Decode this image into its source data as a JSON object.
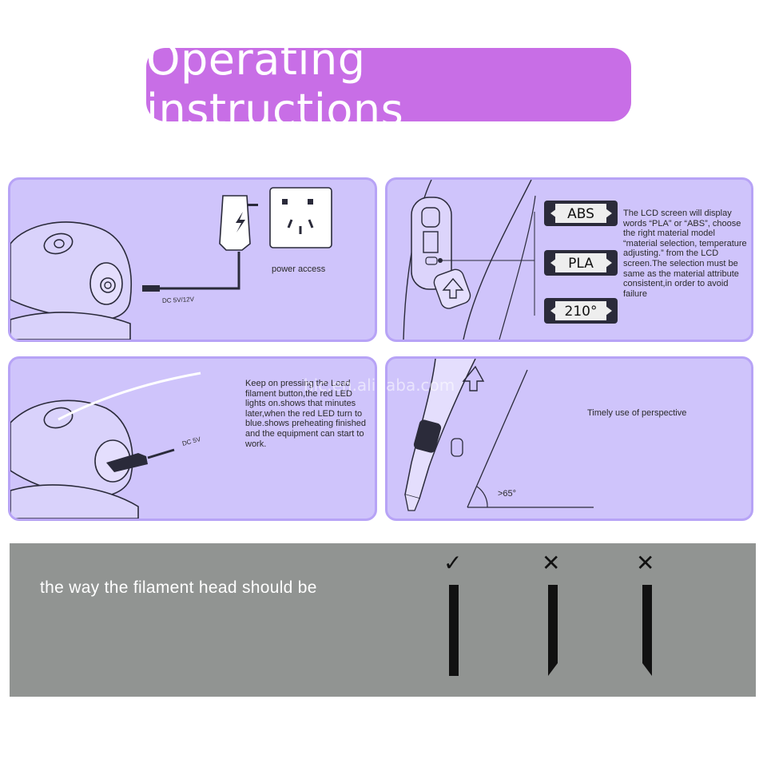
{
  "title": "Operating instructions",
  "panel1": {
    "power_label": "power access",
    "dc_label": "DC 5V/12V"
  },
  "panel2": {
    "lcd_values": [
      "ABS",
      "PLA",
      "210°"
    ],
    "description": "The LCD screen will display words “PLA” or “ABS”, choose the right material model “material selection, temperature adjusting.” from the LCD screen.The selection must be same as the material attribute consistent,in order to avoid failure"
  },
  "panel3": {
    "description": "Keep on pressing the Load filament button,the red LED lights on.shows that minutes later,when the red LED turn to blue.shows preheating finished and the equipment can start to work.",
    "dc_label": "DC 5V"
  },
  "panel4": {
    "description": "Timely use of perspective",
    "angle_label": ">65°"
  },
  "watermark": "hic.en.alibaba.com",
  "bottom": {
    "caption": "the way the filament head should be",
    "marks": [
      {
        "symbol": "✓",
        "correct": true
      },
      {
        "symbol": "✕",
        "correct": false
      },
      {
        "symbol": "✕",
        "correct": false
      }
    ]
  }
}
